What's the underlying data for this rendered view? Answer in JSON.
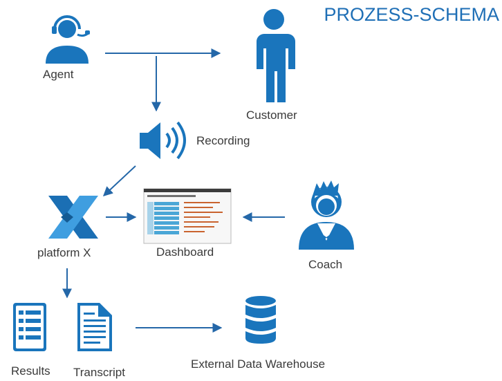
{
  "title": "PROZESS-SCHEMA",
  "nodes": {
    "agent": "Agent",
    "customer": "Customer",
    "recording": "Recording",
    "platform": "platform X",
    "dashboard": "Dashboard",
    "coach": "Coach",
    "results": "Results",
    "transcript": "Transcript",
    "warehouse": "External Data Warehouse"
  },
  "colors": {
    "icon_blue": "#1a75bc",
    "arrow_blue": "#2467a8",
    "title_blue": "#1f6fb6",
    "label_gray": "#3a3a3a",
    "dashboard_accent": "#c9632e"
  },
  "icons": [
    "agent-headset-icon",
    "customer-person-icon",
    "speaker-icon",
    "platform-x-logo",
    "dashboard-screenshot",
    "coach-person-icon",
    "results-list-icon",
    "transcript-document-icon",
    "database-icon"
  ]
}
